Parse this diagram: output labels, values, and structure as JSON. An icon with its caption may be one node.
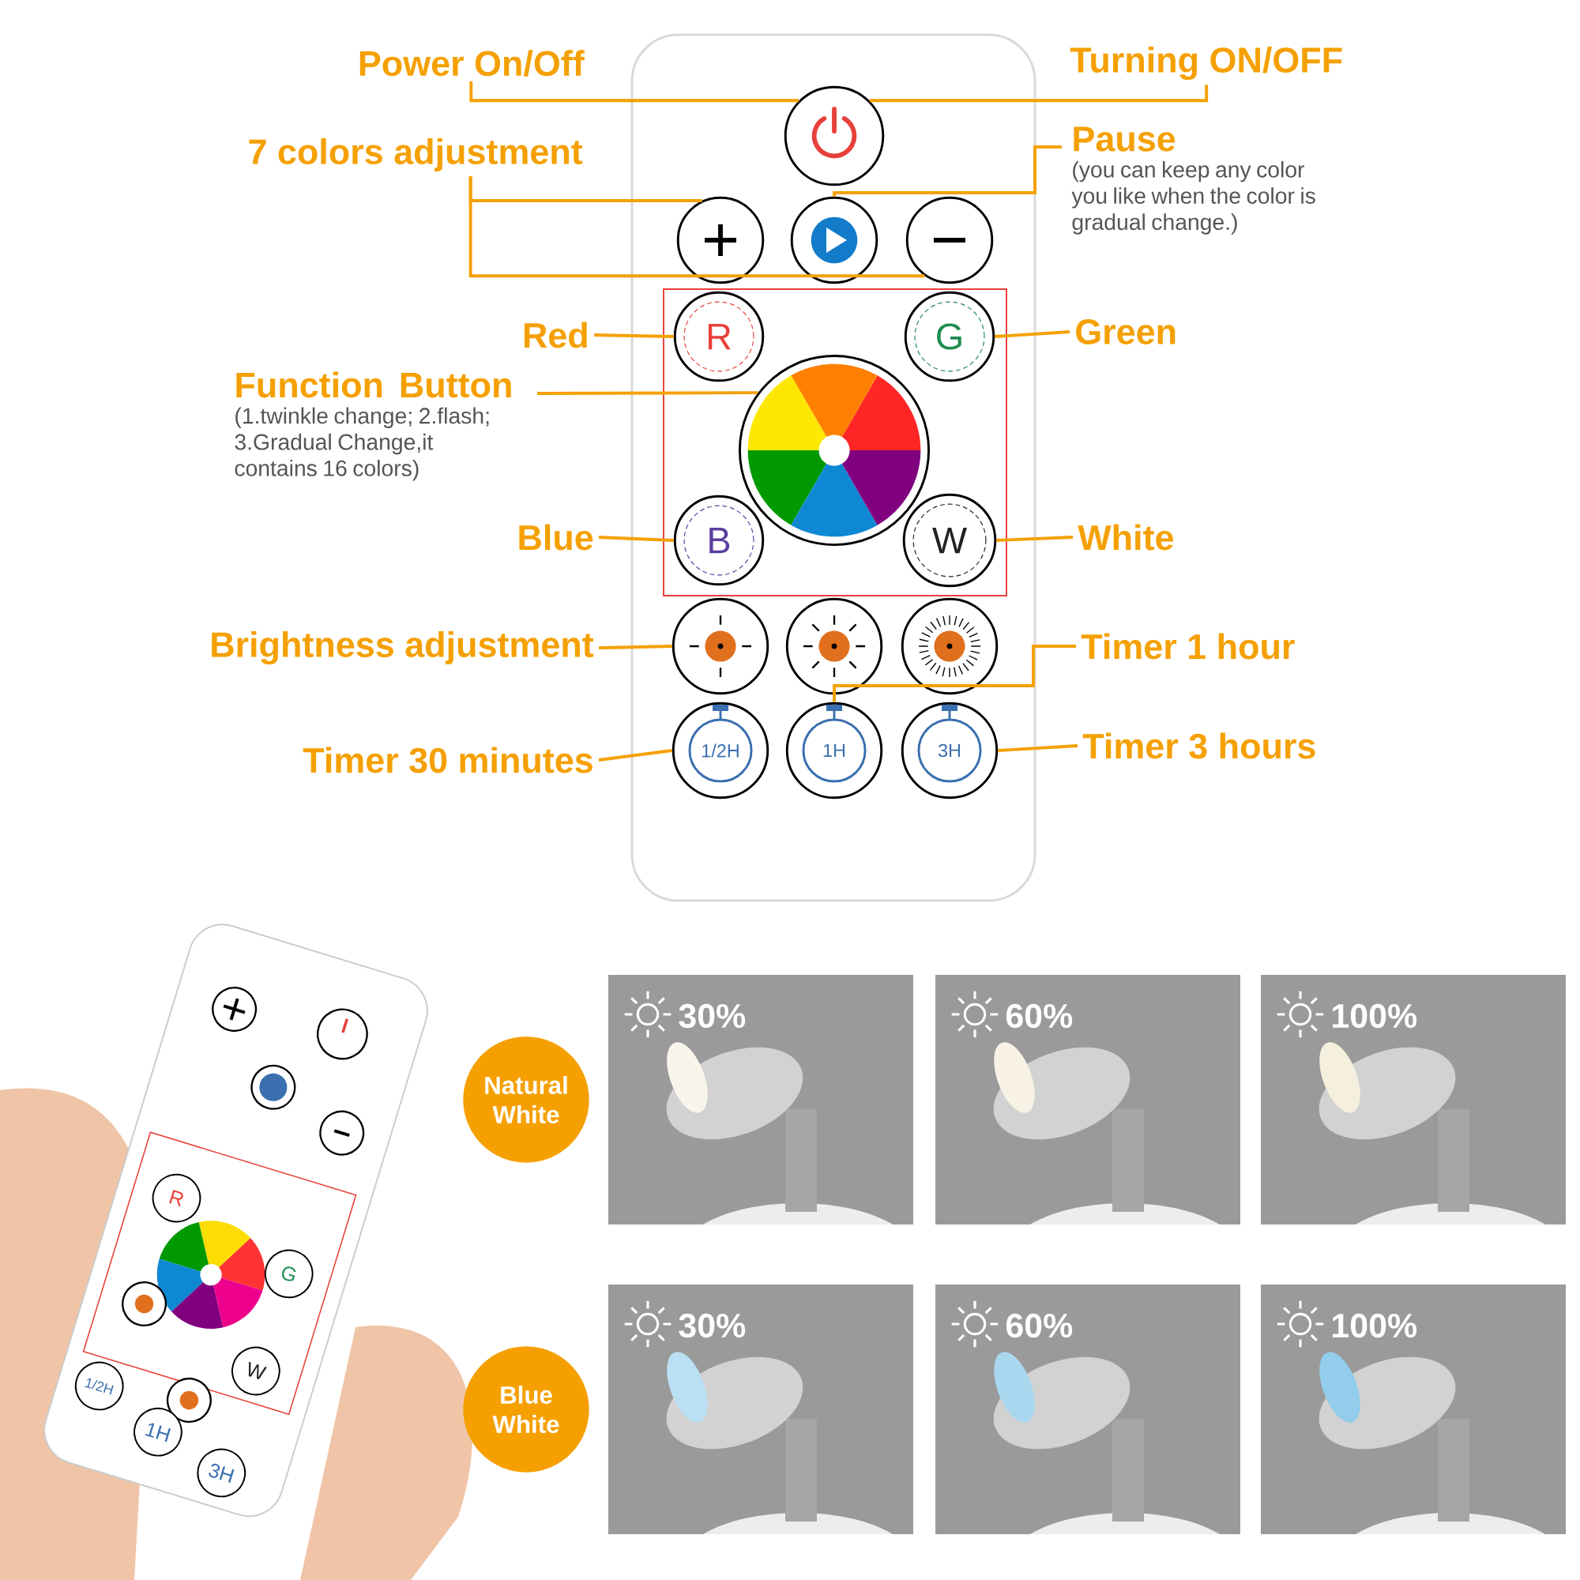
{
  "diagram": {
    "nodes": [
      {
        "text": [
          "Power On/Off"
        ]
      },
      {
        "text": [
          "Turning ON/OFF"
        ]
      },
      {
        "text": [
          "7 colors adjustment"
        ]
      },
      {
        "text": [
          "Pause",
          "(you can keep any color you like when the color is gradual change.)"
        ]
      },
      {
        "text": [
          "Red"
        ]
      },
      {
        "text": [
          "Green"
        ]
      },
      {
        "text": [
          "Function Button",
          "(1.twinkle change; 2.flash; 3.Gradual Change,it contains 16 colors)"
        ]
      },
      {
        "text": [
          "Blue"
        ]
      },
      {
        "text": [
          "White"
        ]
      },
      {
        "text": [
          "Brightness adjustment"
        ]
      },
      {
        "text": [
          "Timer 1 hour"
        ]
      },
      {
        "text": [
          "Timer 30 minutes"
        ]
      },
      {
        "text": [
          "Timer 3 hours"
        ]
      },
      {
        "text": [],
        "shape": "circle"
      },
      {
        "text": [],
        "shape": "circle"
      },
      {
        "text": [],
        "shape": "circle"
      },
      {
        "text": [],
        "shape": "circle"
      },
      {
        "text": [
          "R"
        ]
      },
      {
        "text": [
          "G"
        ]
      },
      {
        "text": [],
        "shape": "circle"
      },
      {
        "text": [
          "B"
        ]
      },
      {
        "text": [
          "W"
        ]
      },
      {
        "text": [],
        "shape": "circle"
      },
      {
        "text": [],
        "shape": "circle"
      },
      {
        "text": [],
        "shape": "circle"
      },
      {
        "text": [
          "1/2H"
        ]
      },
      {
        "text": [
          "1H"
        ]
      },
      {
        "text": [
          "3H"
        ]
      },
      {
        "text": [
          "Natural White"
        ]
      },
      {
        "text": [
          "Blue White"
        ]
      }
    ],
    "edges": [
      {
        "from": 0,
        "to": 13,
        "arrow": "none"
      },
      {
        "from": 1,
        "to": 13,
        "arrow": "none"
      },
      {
        "from": 2,
        "to": 14,
        "arrow": "none"
      },
      {
        "from": 2,
        "to": 16,
        "arrow": "none"
      },
      {
        "from": 3,
        "to": 15,
        "arrow": "none"
      },
      {
        "from": 4,
        "to": 17,
        "arrow": "none"
      },
      {
        "from": 5,
        "to": 18,
        "arrow": "none"
      },
      {
        "from": 6,
        "to": 19,
        "arrow": "none"
      },
      {
        "from": 7,
        "to": 20,
        "arrow": "none"
      },
      {
        "from": 8,
        "to": 21,
        "arrow": "none"
      },
      {
        "from": 9,
        "to": 22,
        "arrow": "none"
      },
      {
        "from": 10,
        "to": 26,
        "arrow": "none"
      },
      {
        "from": 11,
        "to": 25,
        "arrow": "none"
      },
      {
        "from": 12,
        "to": 27,
        "arrow": "none"
      }
    ],
    "labels": [
      "R",
      "G",
      "W",
      "1/2H",
      "1H",
      "3H",
      "30%",
      "60%",
      "100%",
      "30%",
      "60%",
      "100%"
    ]
  }
}
